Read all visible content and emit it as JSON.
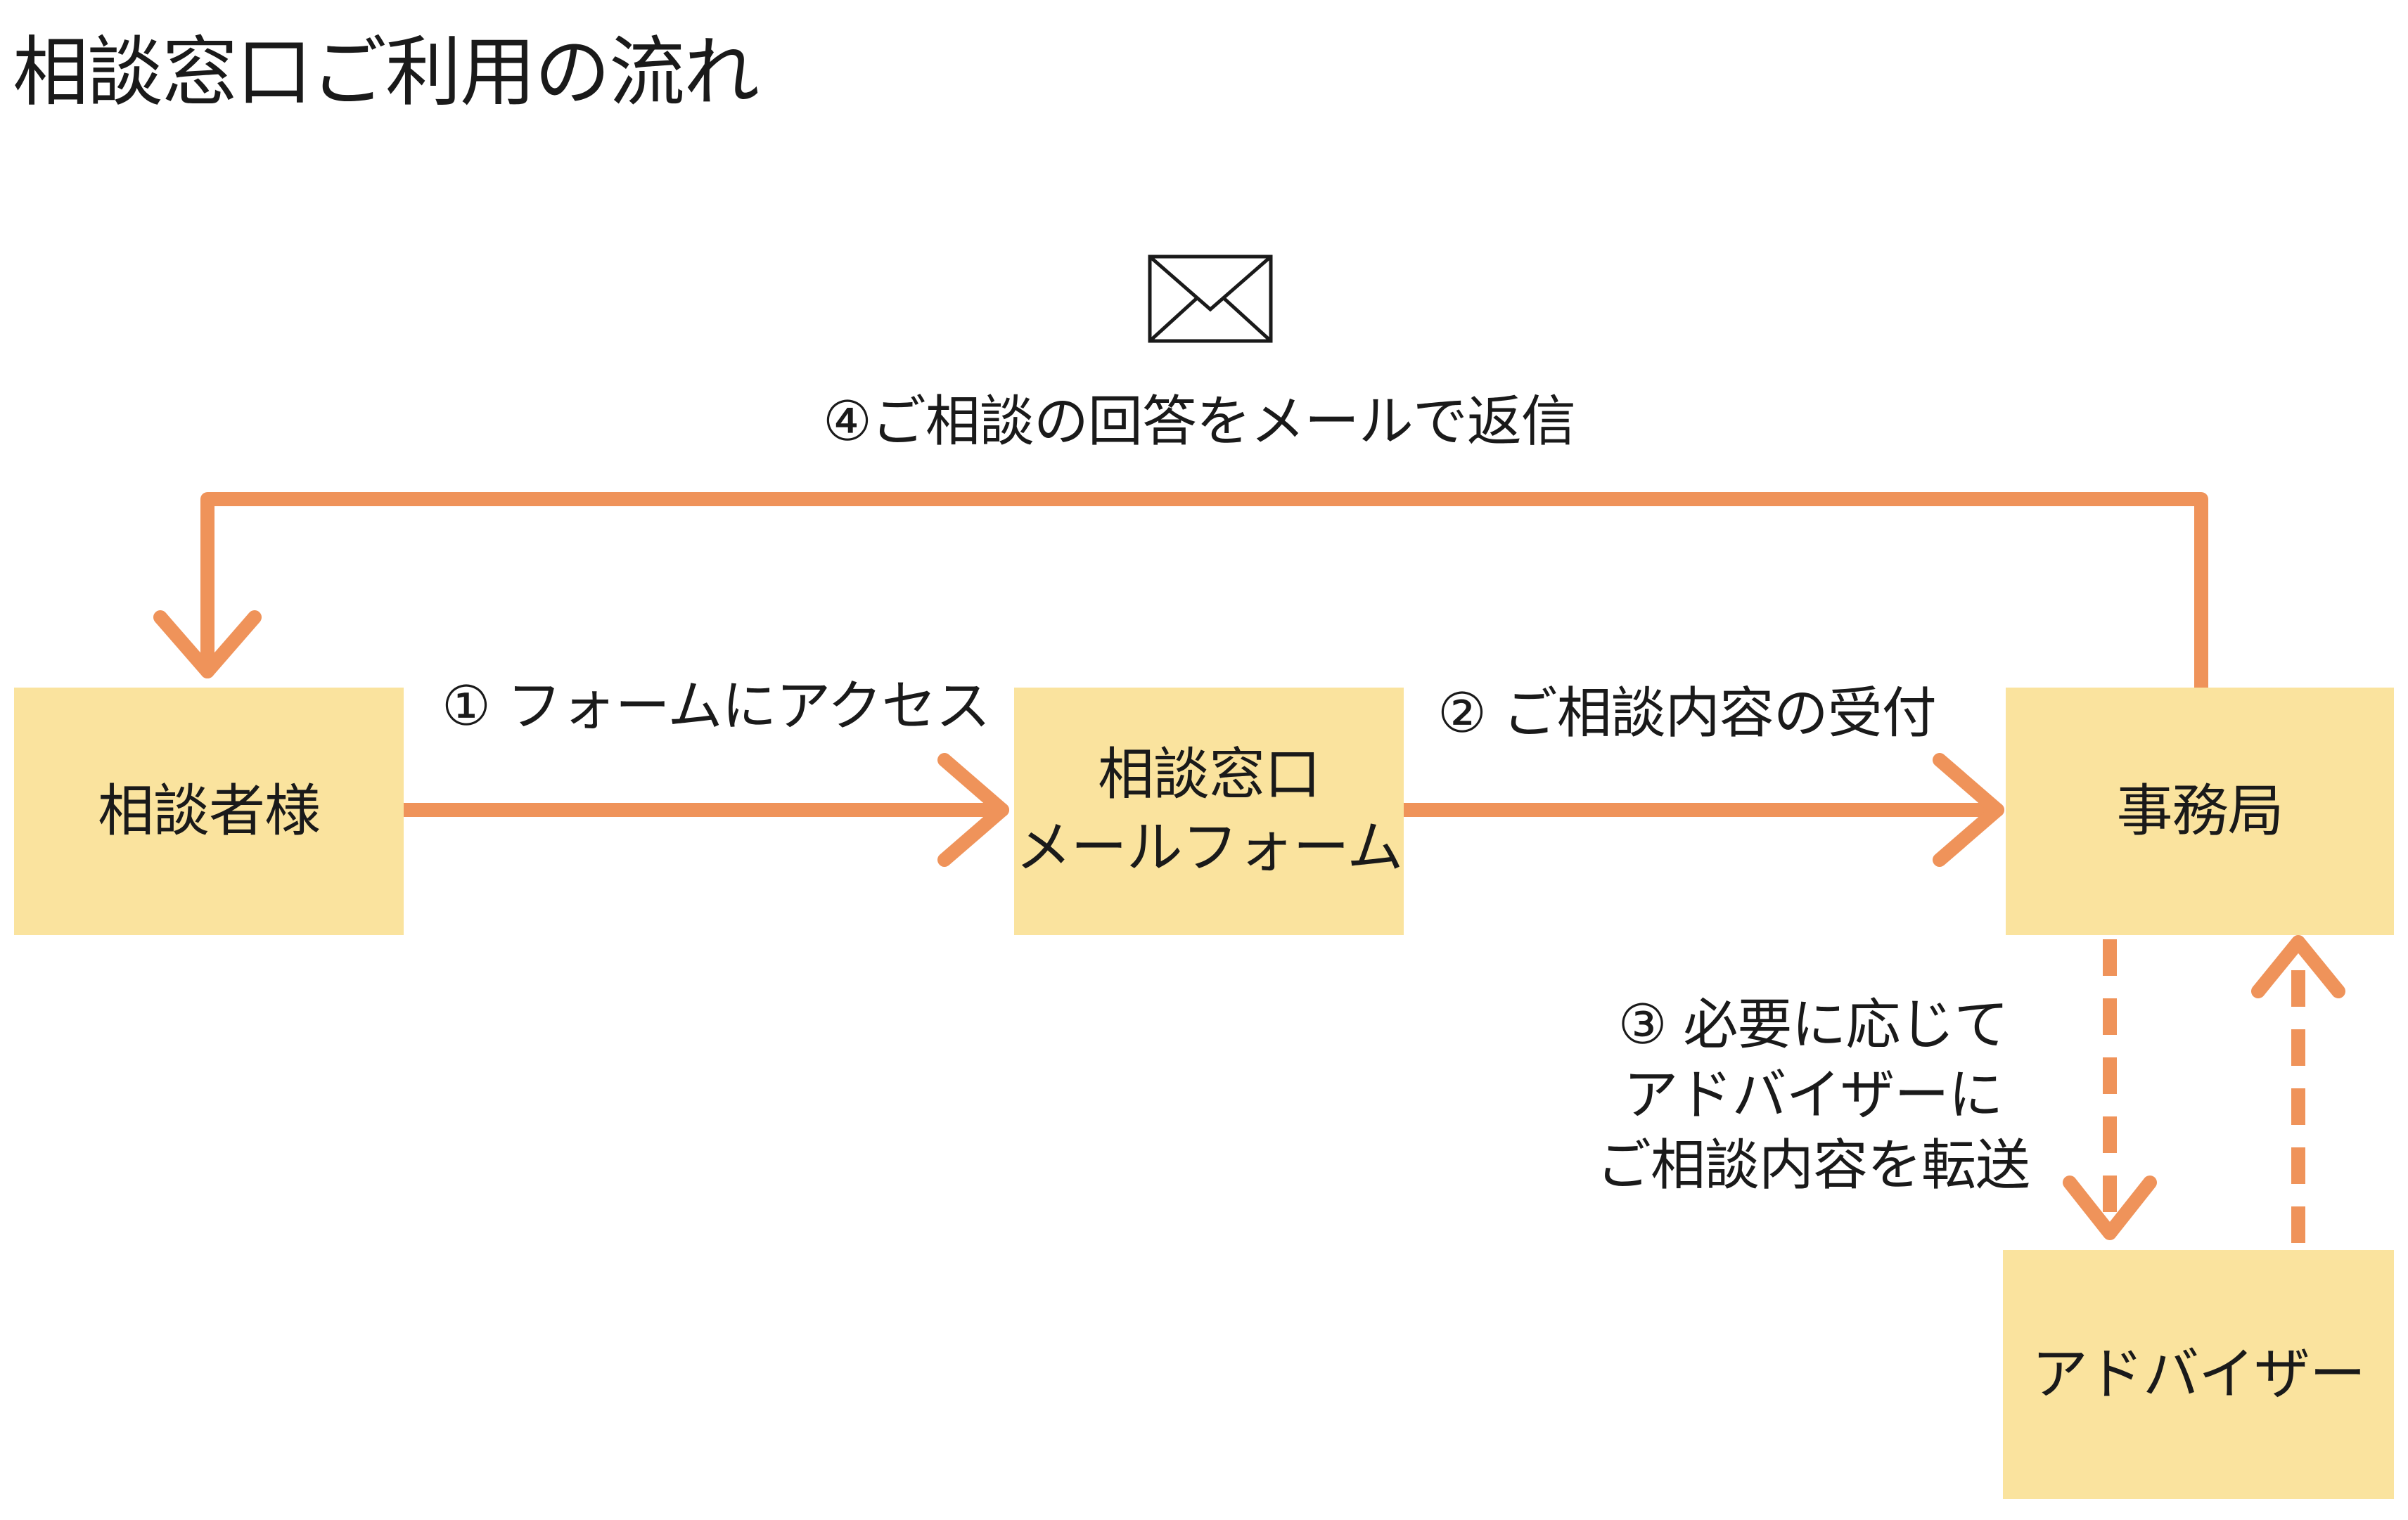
{
  "title": "相談窓口ご利用の流れ",
  "nodes": {
    "consultant": "相談者様",
    "form": [
      "相談窓口",
      "メールフォーム"
    ],
    "office": "事務局",
    "advisor": "アドバイザー"
  },
  "steps": {
    "step1": "① フォームにアクセス",
    "step2": "② ご相談内容の受付",
    "step3": [
      "③ 必要に応じて",
      "アドバイザーに",
      "ご相談内容を転送"
    ],
    "step4": "④ご相談の回答をメールで返信"
  },
  "colors": {
    "box_fill": "#fae39e",
    "arrow": "#ef935a",
    "text": "#1a1a1a"
  },
  "icons": [
    "envelope-icon"
  ]
}
